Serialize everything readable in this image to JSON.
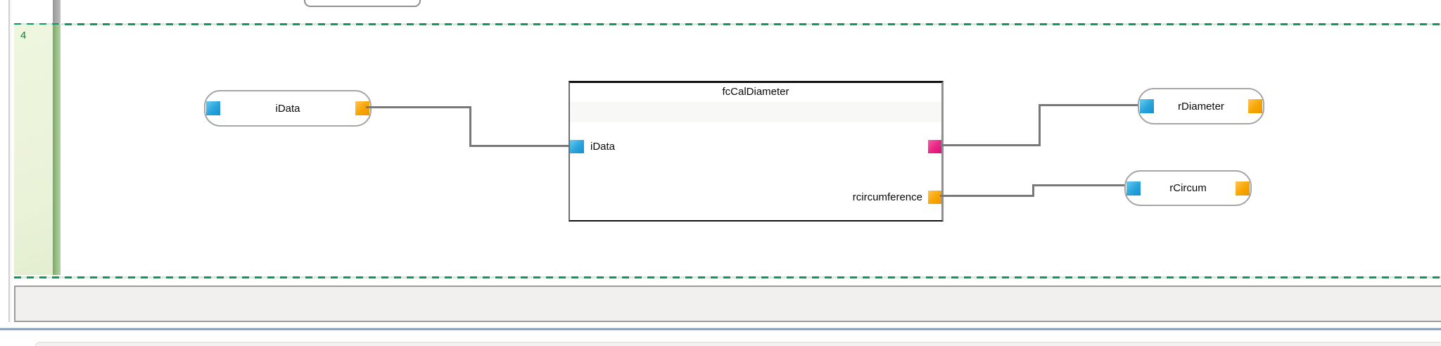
{
  "network": {
    "number": "4",
    "input_variable": {
      "label": "iData"
    },
    "function_block": {
      "title": "fcCalDiameter",
      "input_pin_label": "iData",
      "output_pin_label": "rcircumference"
    },
    "output_variables": [
      {
        "label": "rDiameter"
      },
      {
        "label": "rCircum"
      }
    ]
  },
  "colors": {
    "pin_input_blue": "#29a3db",
    "pin_output_orange": "#f7a600",
    "pin_output_pink": "#e92586",
    "wire_gray": "#787878",
    "network_divider_green": "#0f9a5c",
    "network_gutter_green": "#ecf4da",
    "network_selection_bar_green": "#9cc28a",
    "split_bar_blue": "#7e9ab8",
    "block_border_black": "#101010",
    "capsule_border_gray": "#a6a6a6"
  }
}
